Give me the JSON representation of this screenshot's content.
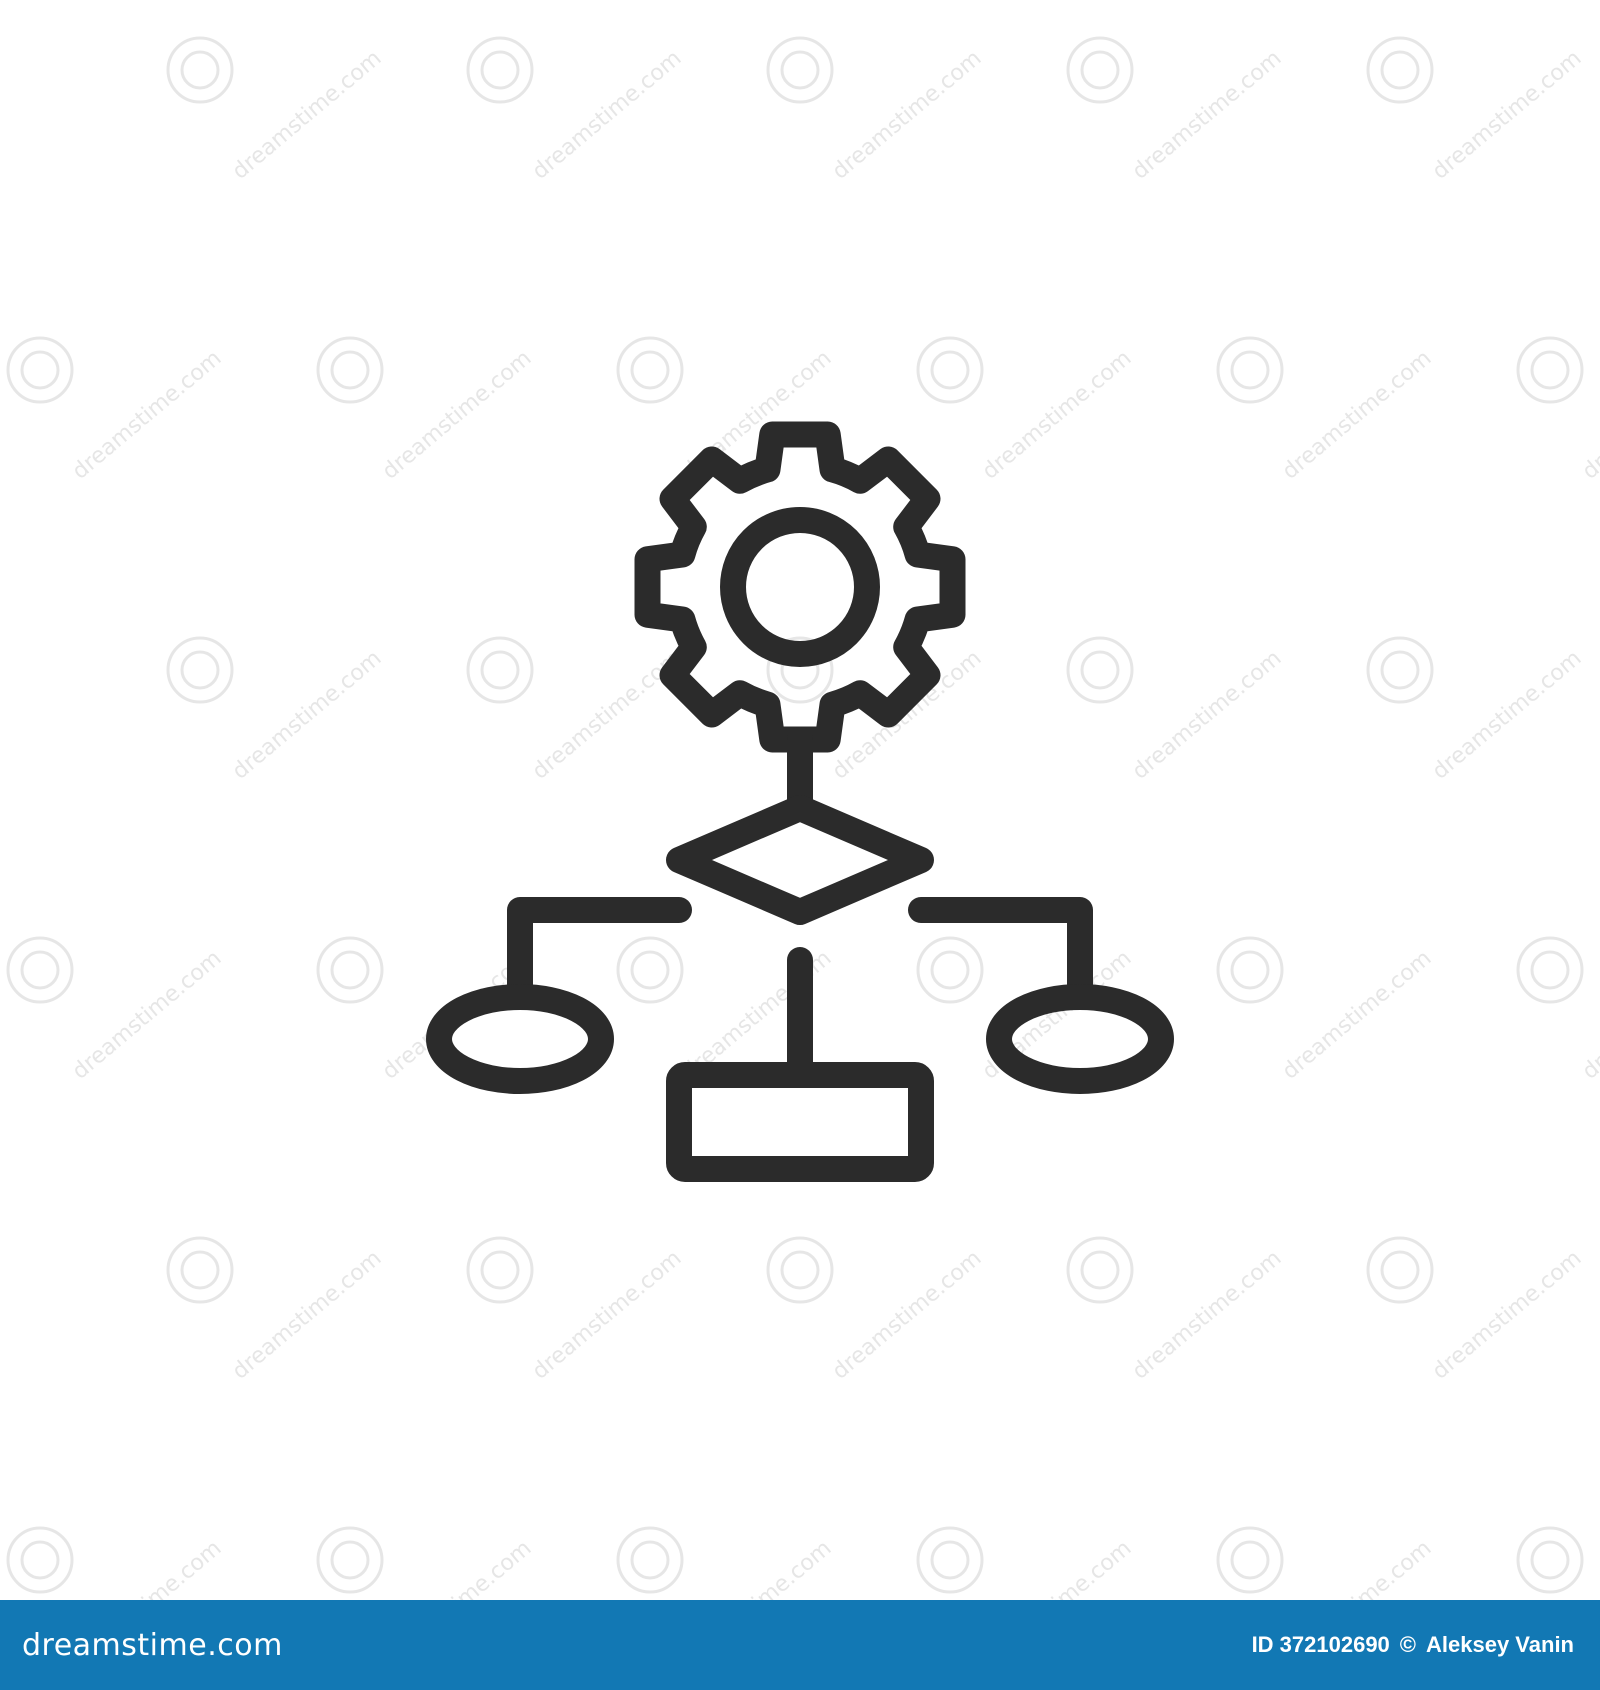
{
  "watermark": {
    "text": "dreamstime.com",
    "color": "#e6e6e6"
  },
  "icon": {
    "name": "workflow-gear-flowchart",
    "stroke_color": "#2b2b2b",
    "nodes": [
      "gear",
      "decision-diamond",
      "left-terminator-ellipse",
      "right-terminator-ellipse",
      "process-rectangle"
    ]
  },
  "footer": {
    "background": "#1278b4",
    "logo_text": "dreamstime.com",
    "id_label": "ID 372102690",
    "copyright_symbol": "©",
    "author": "Aleksey Vanin"
  }
}
